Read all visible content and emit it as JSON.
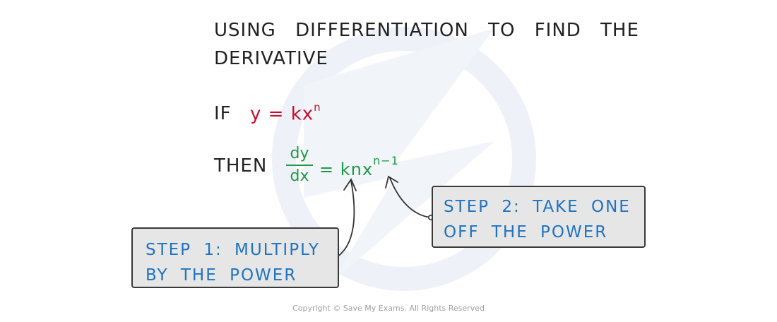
{
  "title": {
    "line1": "USING DIFFERENTIATION TO FIND THE",
    "line2": "DERIVATIVE"
  },
  "rule_if": {
    "label": "IF",
    "equation": "y = kx",
    "exponent": "n"
  },
  "rule_then": {
    "label": "THEN",
    "frac_numerator": "dy",
    "frac_denominator": "dx",
    "rhs": "= knx",
    "exponent": "n−1"
  },
  "step1": {
    "line1": "STEP 1: MULTIPLY",
    "line2": "BY THE POWER"
  },
  "step2": {
    "line1": "STEP 2: TAKE ONE",
    "line2": "OFF THE POWER"
  },
  "footer": {
    "copyright": "Copyright © Save My Exams. All Rights Reserved"
  },
  "colors": {
    "text": "#222222",
    "if_equation": "#c8102e",
    "derivative": "#1f9a48",
    "step_text": "#1f73c2",
    "box_fill": "#e6e6e6",
    "watermark": "#e8eef6"
  }
}
